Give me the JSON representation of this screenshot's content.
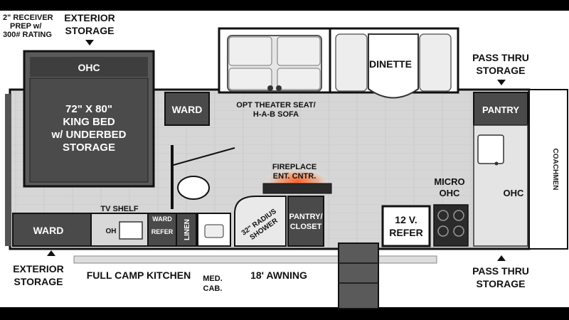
{
  "labels": {
    "receiver": [
      "2\" RECEIVER",
      "PREP w/",
      "300# RATING"
    ],
    "exterior_storage_top": [
      "EXTERIOR",
      "STORAGE"
    ],
    "exterior_storage_bottom": [
      "EXTERIOR",
      "STORAGE"
    ],
    "ohc_bed": "OHC",
    "bed": [
      "72\" X 80\"",
      "KING BED",
      "w/ UNDERBED",
      "STORAGE"
    ],
    "ward_top": "WARD",
    "ward_bottom": "WARD",
    "theater_seat": [
      "OPT THEATER SEAT/",
      "H-A-B SOFA"
    ],
    "dinette": "DINETTE",
    "pass_thru_top": [
      "PASS THRU",
      "STORAGE"
    ],
    "pass_thru_bottom": [
      "PASS THRU",
      "STORAGE"
    ],
    "pantry": "PANTRY",
    "fireplace": [
      "FIREPLACE",
      "ENT. CNTR."
    ],
    "micro": [
      "MICRO",
      "OHC"
    ],
    "ohc_kitchen": "OHC",
    "tv_shelf": "TV SHELF",
    "ward_refer": [
      "WARD",
      "REFER"
    ],
    "linen": "LINEN",
    "oh": "OH",
    "refer_small": "REFER",
    "shower": [
      "32\" RADIUS",
      "SHOWER"
    ],
    "pantry_closet": [
      "PANTRY/",
      "CLOSET"
    ],
    "refer_12v": [
      "12 V.",
      "REFER"
    ],
    "full_camp_kitchen": "FULL CAMP KITCHEN",
    "med_cab": [
      "MED.",
      "CAB."
    ],
    "awning": "18' AWNING",
    "brand": "COACHMEN"
  },
  "colors": {
    "floor": "#d7d7d7",
    "dark": "#4a4a4a",
    "black": "#111111",
    "fire": "#e8542a"
  }
}
